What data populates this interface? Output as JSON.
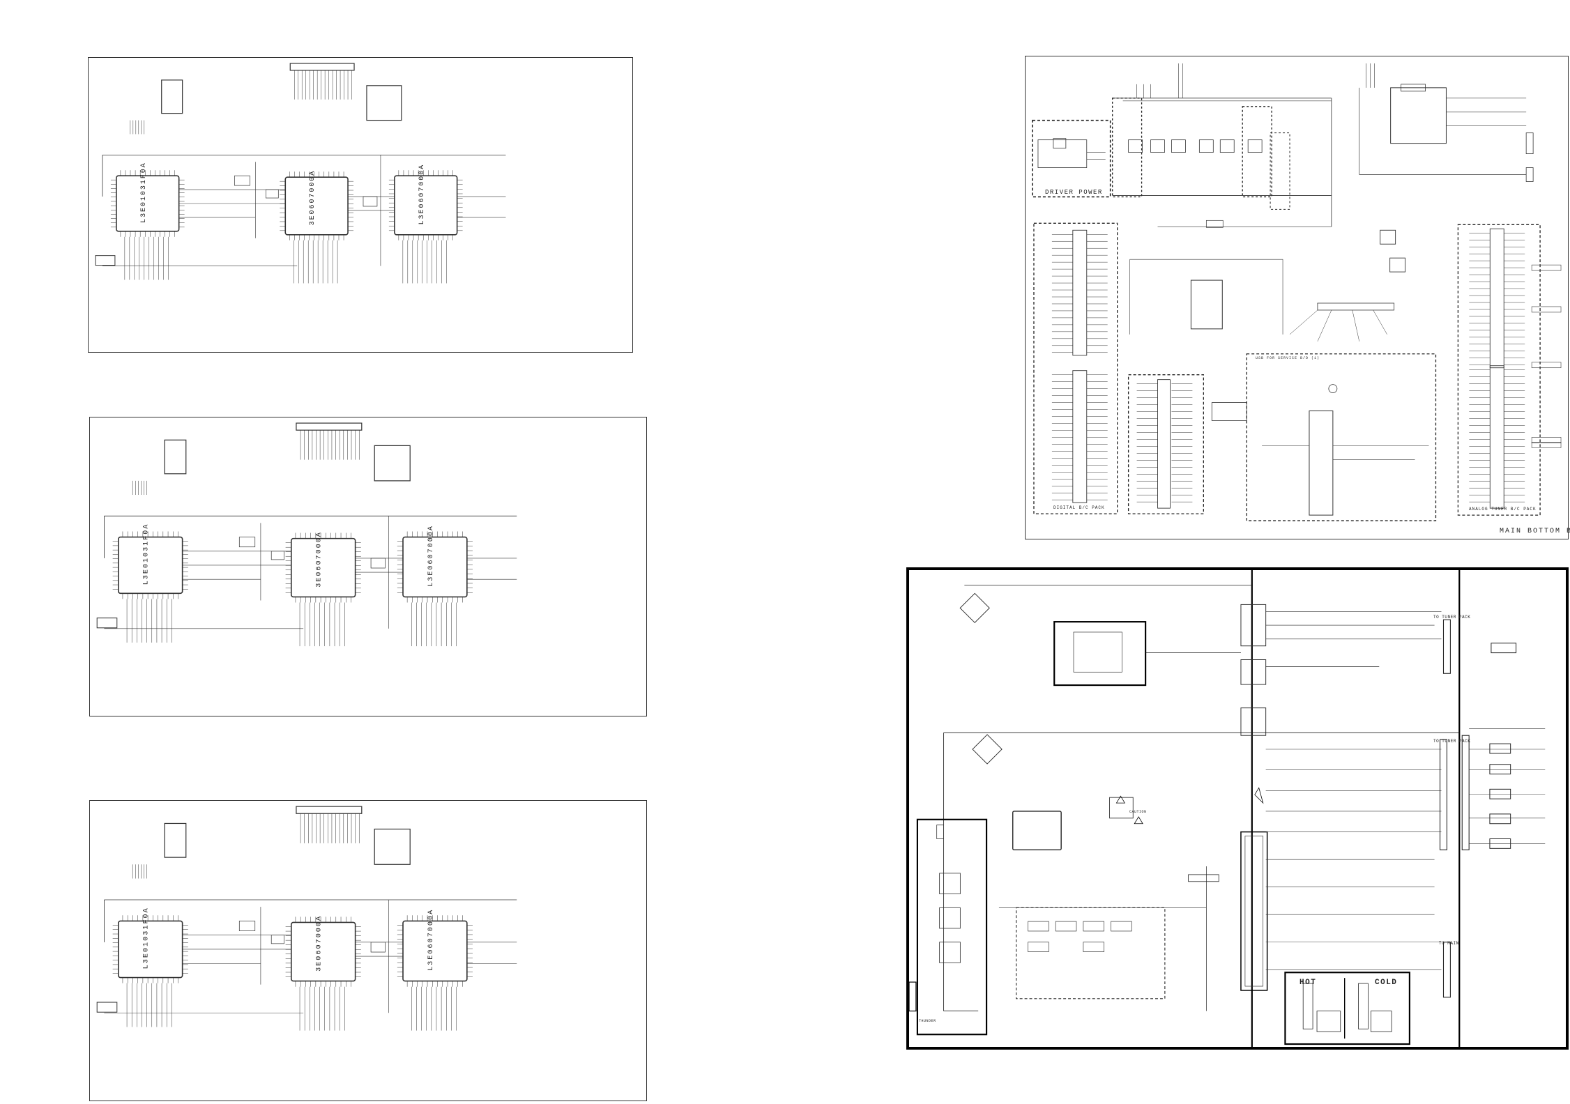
{
  "document": {
    "panels": {
      "main_bottom": {
        "caption": "MAIN BOTTOM B/D",
        "section_labels": {
          "driver_power": "DRIVER POWER",
          "digital_tuner_pack": "DIGITAL B/C PACK",
          "analog_tuner_pack": "ANALOG TUNER B/C PACK",
          "usb_for_service": "USB FOR SERVICE B/D (1)"
        }
      },
      "power": {
        "labels": {
          "hot": "HOT",
          "cold": "COLD",
          "to_tuner_pack_1": "TO TUNER PACK",
          "to_tuner_pack_2": "TO TUNER PACK",
          "to_main": "TO MAIN",
          "thunder": "THUNDER",
          "caution": "CAUTION"
        }
      },
      "ic_panels": {
        "chip_left": "L3E01031F0A",
        "chip_mid": "3E0607000A",
        "chip_right": "L3E0607000A"
      }
    }
  }
}
